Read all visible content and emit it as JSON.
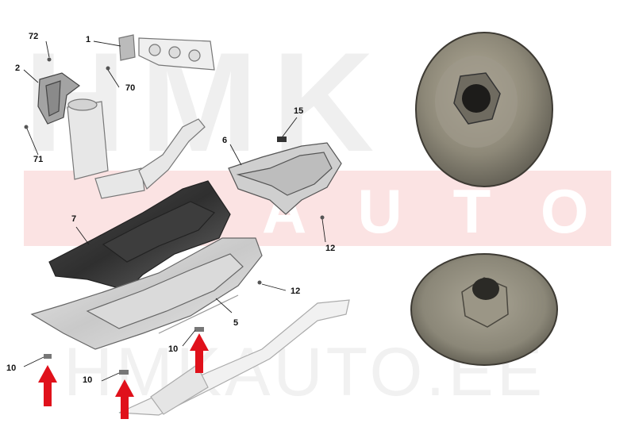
{
  "watermark": {
    "brand_top": "HMK",
    "brand_sub": "AUTO",
    "url": "HMKAUTO.EE"
  },
  "callouts": {
    "c72": "72",
    "c1": "1",
    "c2": "2",
    "c70": "70",
    "c71": "71",
    "c15": "15",
    "c6": "6",
    "c7": "7",
    "c12a": "12",
    "c12b": "12",
    "c5": "5",
    "c10a": "10",
    "c10b": "10",
    "c10c": "10"
  },
  "colors": {
    "arrow_red": "#e0111b",
    "metal_dark": "#5b5b5b",
    "metal_light": "#d6d6d6",
    "watermark_pink": "#fbe3e3"
  },
  "icons": [
    "arrow-up-icon",
    "flange-nut-photo"
  ]
}
